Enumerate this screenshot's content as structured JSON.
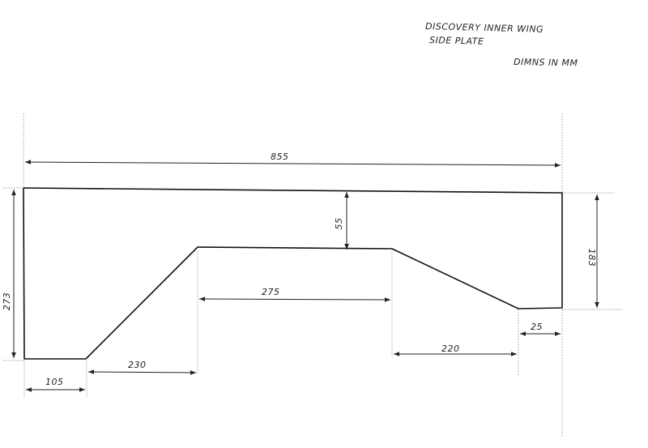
{
  "title": {
    "line1": "DISCOVERY INNER WING",
    "line2": "SIDE PLATE",
    "units": "DIMNS IN MM"
  },
  "dimensions": {
    "overall_length": "855",
    "overall_height": "273",
    "top_depth": "55",
    "right_height": "183",
    "bottom_left": "105",
    "left_slope_run": "230",
    "middle_flat": "275",
    "right_slope_run": "220",
    "right_step": "25"
  },
  "colors": {
    "ink": "#111111",
    "paper": "#ffffff"
  }
}
